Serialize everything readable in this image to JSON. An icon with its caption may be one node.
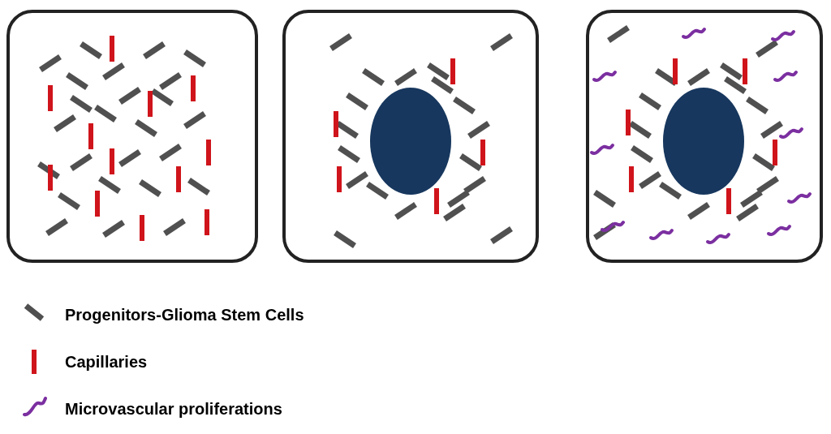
{
  "diagram": {
    "legend": [
      {
        "text": "Progenitors-Glioma Stem Cells",
        "color": "#505050"
      },
      {
        "text": "Capillaries",
        "color": "#d0141b"
      },
      {
        "text": "Microvascular proliferations",
        "color": "#7b2fa0"
      }
    ]
  }
}
